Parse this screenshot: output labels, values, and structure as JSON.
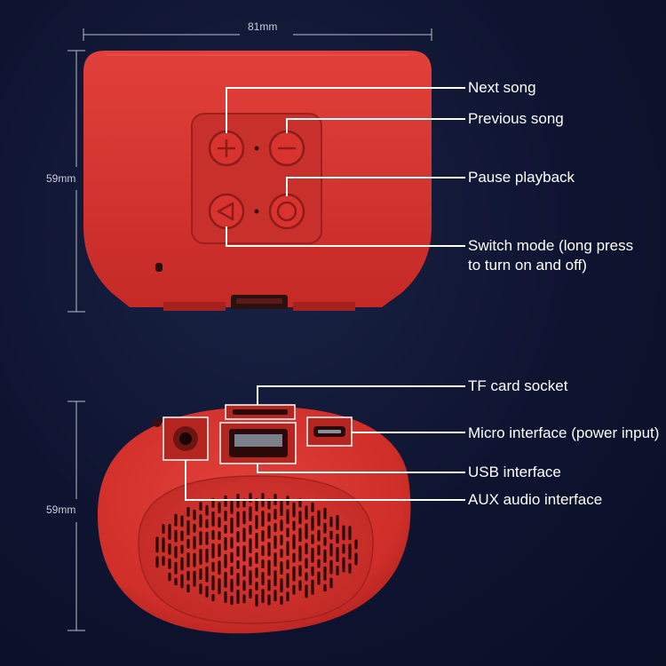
{
  "dimensions": {
    "top_width": "81mm",
    "top_height": "59mm",
    "bottom_height": "59mm"
  },
  "top_view": {
    "labels": {
      "next_song": "Next song",
      "previous_song": "Previous song",
      "pause_playback": "Pause playback",
      "switch_mode_line1": "Switch mode (long press",
      "switch_mode_line2": "to turn on and off)"
    }
  },
  "bottom_view": {
    "labels": {
      "tf_card": "TF card socket",
      "micro": "Micro interface (power input)",
      "usb": "USB interface",
      "aux": "AUX audio interface"
    }
  },
  "colors": {
    "background": "#0e1430",
    "speaker_red": "#d8302c",
    "callout_line": "#ffffff"
  }
}
